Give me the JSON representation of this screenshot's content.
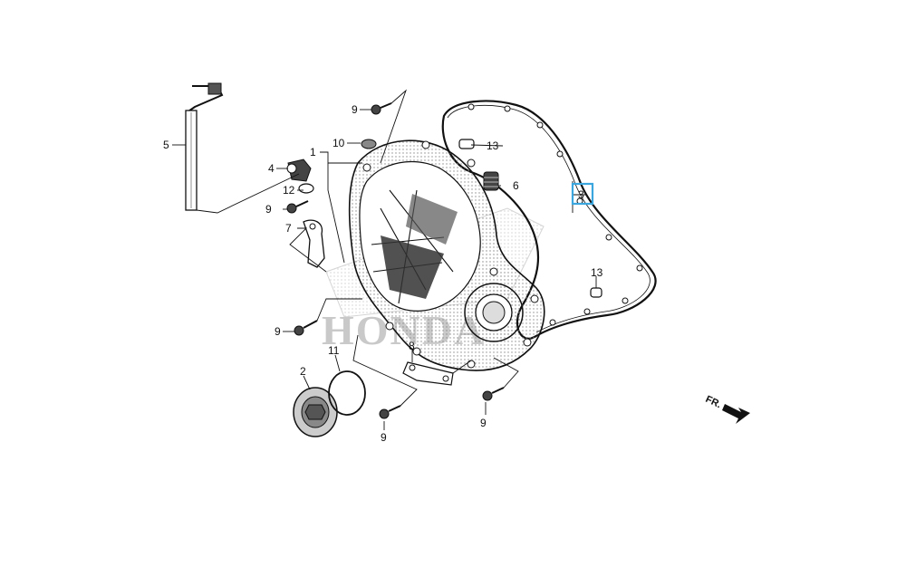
{
  "watermark": "HONDA",
  "direction_label": "FR.",
  "highlight_color": "#3aa6dd",
  "callouts": [
    {
      "id": "1",
      "label": "1"
    },
    {
      "id": "2",
      "label": "2"
    },
    {
      "id": "3",
      "label": "3",
      "highlighted": true
    },
    {
      "id": "4",
      "label": "4"
    },
    {
      "id": "5",
      "label": "5"
    },
    {
      "id": "6",
      "label": "6"
    },
    {
      "id": "7",
      "label": "7"
    },
    {
      "id": "8",
      "label": "8"
    },
    {
      "id": "9a",
      "label": "9"
    },
    {
      "id": "9b",
      "label": "9"
    },
    {
      "id": "9c",
      "label": "9"
    },
    {
      "id": "9d",
      "label": "9"
    },
    {
      "id": "9e",
      "label": "9"
    },
    {
      "id": "10",
      "label": "10"
    },
    {
      "id": "11",
      "label": "11"
    },
    {
      "id": "12",
      "label": "12"
    },
    {
      "id": "13a",
      "label": "13"
    },
    {
      "id": "13b",
      "label": "13"
    }
  ]
}
